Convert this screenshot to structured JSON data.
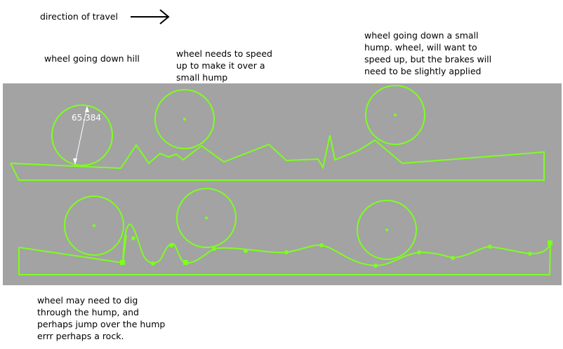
{
  "annotations": {
    "direction_label": "direction of travel",
    "downhill_label": "wheel going down hill",
    "speed_up_label": "wheel needs to speed\nup to make it over a\nsmall hump",
    "brake_label": "wheel going down a small\nhump. wheel, will want to\nspeed up, but the brakes will\nneed to be slightly applied",
    "dig_label": "wheel may need to dig\nthrough the hump, and\nperhaps jump over the hump\nerrr perhaps a rock."
  },
  "sketch": {
    "radius_dimension": "65.384"
  },
  "colors": {
    "panel_bg": "#a3a3a3",
    "line": "#7dff1f",
    "dimension": "#ffffff",
    "text": "#000000",
    "arrow": "#000000"
  }
}
